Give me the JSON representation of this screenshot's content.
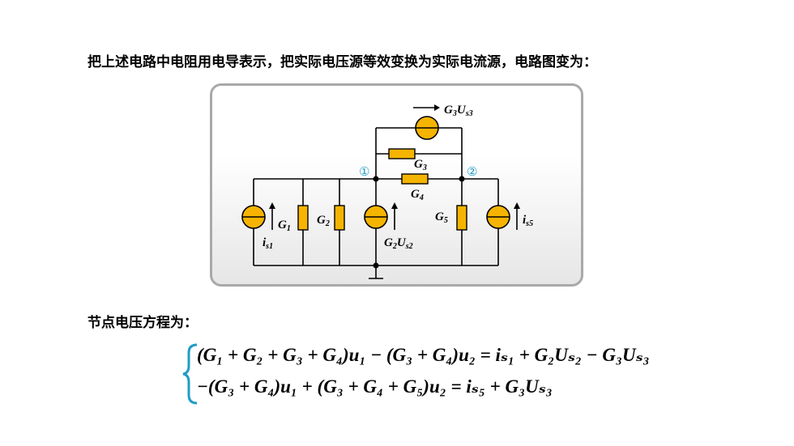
{
  "intro_text": "把上述电路中电阻用电导表示，把实际电压源等效变换为实际电流源，电路图变为：",
  "section_title": "节点电压方程为：",
  "circuit": {
    "node1": "①",
    "node2": "②",
    "labels": {
      "G3Us3": {
        "main": "G",
        "sub1": "3",
        "main2": "U",
        "sub2": "s3"
      },
      "G3": {
        "main": "G",
        "sub": "3"
      },
      "G4": {
        "main": "G",
        "sub": "4"
      },
      "G1": {
        "main": "G",
        "sub": "1"
      },
      "G2": {
        "main": "G",
        "sub": "2"
      },
      "G5": {
        "main": "G",
        "sub": "5"
      },
      "is1": {
        "main": "i",
        "sub": "s1"
      },
      "is5": {
        "main": "i",
        "sub": "s5"
      },
      "G2Us2": {
        "main": "G",
        "sub1": "2",
        "main2": "U",
        "sub2": "s2"
      }
    },
    "colors": {
      "source_fill": "#f5b400",
      "resistor_fill": "#f5b400",
      "wire": "#000000",
      "node_label": "#1f9cc6",
      "brace": "#1f9cc6"
    }
  },
  "equations": {
    "eq1": "(G₁ + G₂ + G₃ + G₄)u₁ − (G₃ + G₄)u₂ = iₛ₁ + G₂Uₛ₂ − G₃Uₛ₃",
    "eq2": "−(G₃ + G₄)u₁ + (G₃ + G₄ + G₅)u₂ = iₛ₅ + G₃Uₛ₃"
  }
}
